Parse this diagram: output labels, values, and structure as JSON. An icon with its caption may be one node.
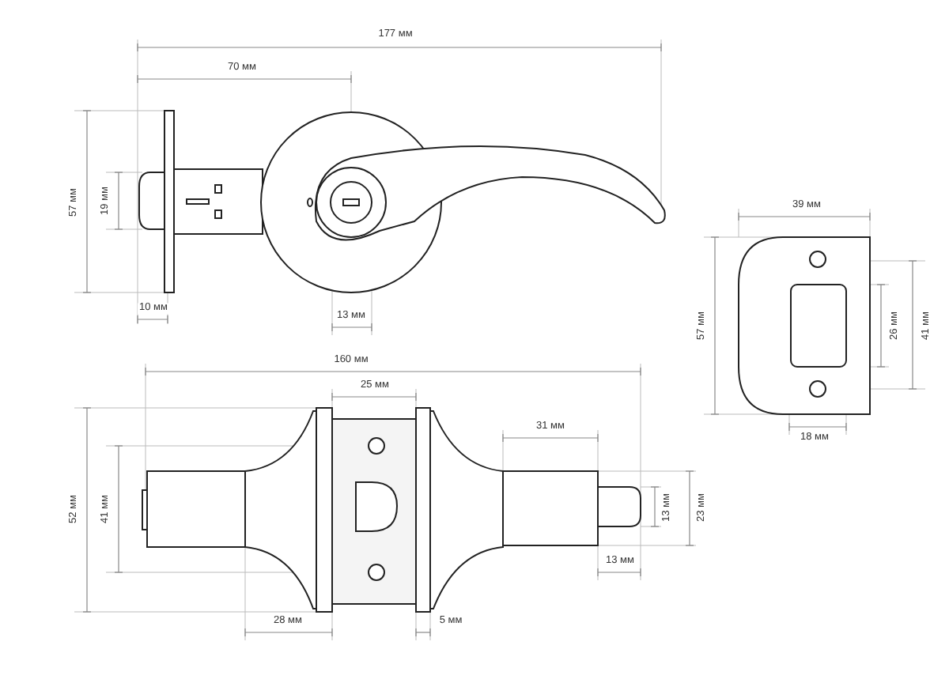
{
  "diagram": {
    "labels": [
      "177 мм",
      "70 мм",
      "57 мм",
      "19 мм",
      "39 мм",
      "57 мм",
      "26 мм",
      "41 мм",
      "10 мм",
      "13 мм",
      "160 мм",
      "18 мм",
      "25 мм",
      "31 мм",
      "52 мм",
      "41 мм",
      "13 мм",
      "23 мм",
      "13 мм",
      "28 мм",
      "5 мм"
    ]
  }
}
